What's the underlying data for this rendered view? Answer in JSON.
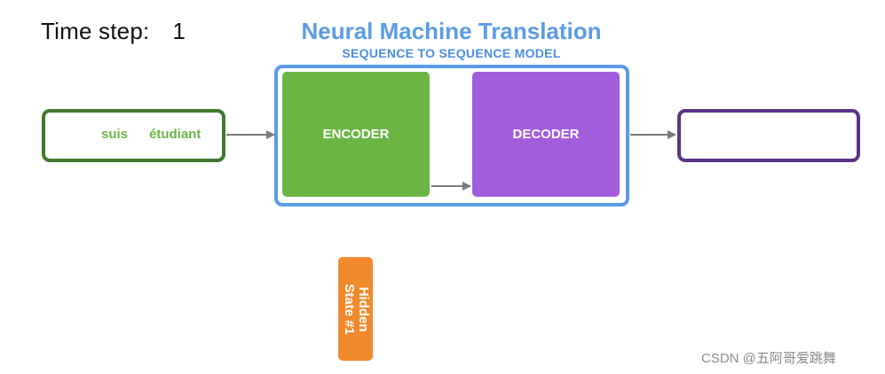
{
  "time_step": {
    "label": "Time step:",
    "value": "1"
  },
  "header": {
    "title": "Neural Machine Translation",
    "subtitle": "SEQUENCE TO SEQUENCE MODEL"
  },
  "input": {
    "words": [
      "suis",
      "étudiant"
    ]
  },
  "model": {
    "encoder_label": "ENCODER",
    "decoder_label": "DECODER"
  },
  "hidden_state": {
    "label": "Hidden\nState #1"
  },
  "watermark": "CSDN @五阿哥爱跳舞",
  "colors": {
    "title_blue": "#5b9be6",
    "encoder_green": "#6bb545",
    "input_border_green": "#3f7a2d",
    "decoder_purple": "#a25ddc",
    "output_border_purple": "#5b3585",
    "hidden_orange": "#f08a2c",
    "arrow_gray": "#7a7a7a"
  }
}
